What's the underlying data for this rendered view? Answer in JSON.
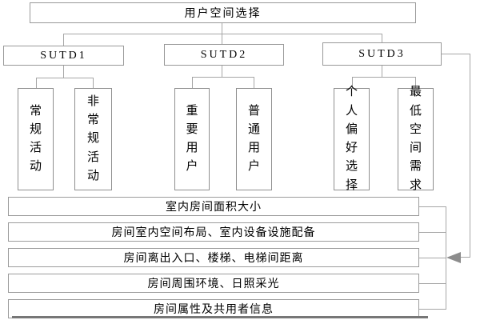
{
  "diagram": {
    "title": "用户空间选择",
    "groups": [
      {
        "label": "SUTD1",
        "children": [
          "常规活动",
          "非常规活动"
        ]
      },
      {
        "label": "SUTD2",
        "children": [
          "重要用户",
          "普通用户"
        ]
      },
      {
        "label": "SUTD3",
        "children": [
          "个人偏好选择",
          "最低空间需求"
        ]
      }
    ],
    "criteria": [
      "室内房间面积大小",
      "房间室内空间布局、室内设备设施配备",
      "房间离出入口、楼梯、电梯间距离",
      "房间周围环境、日照采光",
      "房间属性及共用者信息"
    ],
    "colors": {
      "box_border": "#999999",
      "connector_line": "#a6a6a6",
      "arrow_fill": "#8c8c8c",
      "text": "#000000",
      "background": "#ffffff"
    }
  }
}
